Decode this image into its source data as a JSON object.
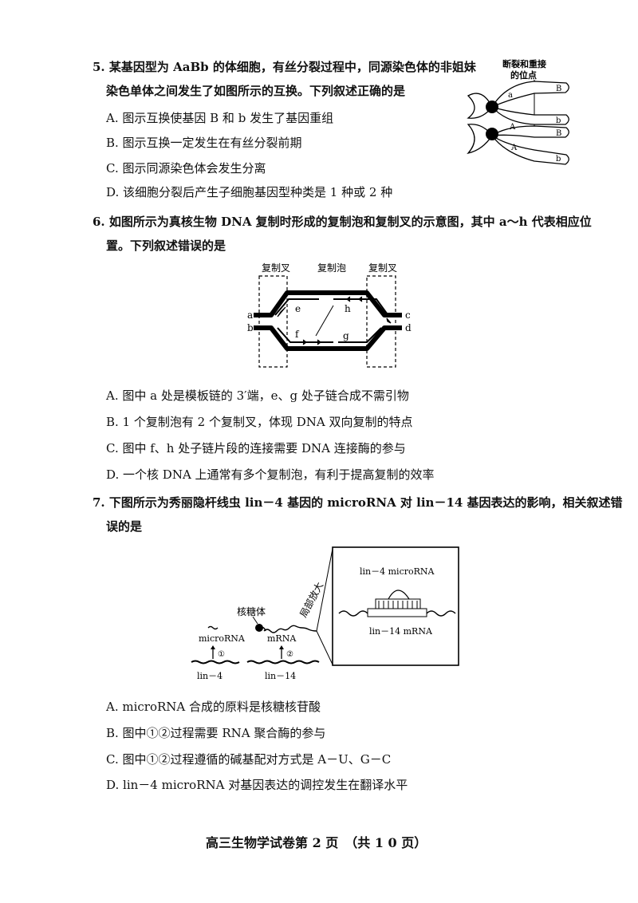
{
  "q5": {
    "stem_line1": "5. 某基因型为 AaBb 的体细胞，有丝分裂过程中，同源染色体的非姐妹",
    "stem_line2": "染色单体之间发生了如图所示的互换。下列叙述正确的是",
    "options": [
      "A. 图示互换使基因 B 和 b 发生了基因重组",
      "B. 图示互换一定发生在有丝分裂前期",
      "C. 图示同源染色体会发生分离",
      "D. 该细胞分裂后产生子细胞基因型种类是 1 种或 2 种"
    ],
    "figure": {
      "label_line1": "断裂和重接",
      "label_line2": "的位点",
      "genes": {
        "a": "a",
        "B_upper": "B",
        "b_upper": "b",
        "A_mid": "A",
        "B_mid": "B",
        "A_low": "A",
        "b_low": "b"
      }
    }
  },
  "q6": {
    "stem_line1": "6. 如图所示为真核生物 DNA 复制时形成的复制泡和复制叉的示意图，其中 a～h 代表相应位",
    "stem_line2": "置。下列叙述错误的是",
    "figure": {
      "label_fork_left": "复制叉",
      "label_bubble": "复制泡",
      "label_fork_right": "复制叉",
      "letters": {
        "a": "a",
        "b": "b",
        "c": "c",
        "d": "d",
        "e": "e",
        "f": "f",
        "g": "g",
        "h": "h"
      }
    },
    "options": [
      "A. 图中 a 处是模板链的 3′端，e、g 处子链合成不需引物",
      "B. 1 个复制泡有 2 个复制叉，体现 DNA 双向复制的特点",
      "C. 图中 f、h 处子链片段的连接需要 DNA 连接酶的参与",
      "D. 一个核 DNA 上通常有多个复制泡，有利于提高复制的效率"
    ]
  },
  "q7": {
    "stem_line1": "7. 下图所示为秀丽隐杆线虫 lin－4 基因的 microRNA 对 lin－14 基因表达的影响，相关叙述错",
    "stem_line2": "误的是",
    "figure": {
      "ribosome": "核糖体",
      "mirna": "microRNA",
      "mrna": "mRNA",
      "step1": "①",
      "step2": "②",
      "gene1": "lin－4",
      "gene2": "lin－14",
      "zoom": "局部放大",
      "box_top": "lin－4 microRNA",
      "box_bottom": "lin－14 mRNA"
    },
    "options": [
      "A. microRNA 合成的原料是核糖核苷酸",
      "B. 图中①②过程需要 RNA 聚合酶的参与",
      "C. 图中①②过程遵循的碱基配对方式是 A－U、G－C",
      "D. lin－4 microRNA 对基因表达的调控发生在翻译水平"
    ]
  },
  "footer": "高三生物学试卷第 2 页　（共 1 0 页）"
}
